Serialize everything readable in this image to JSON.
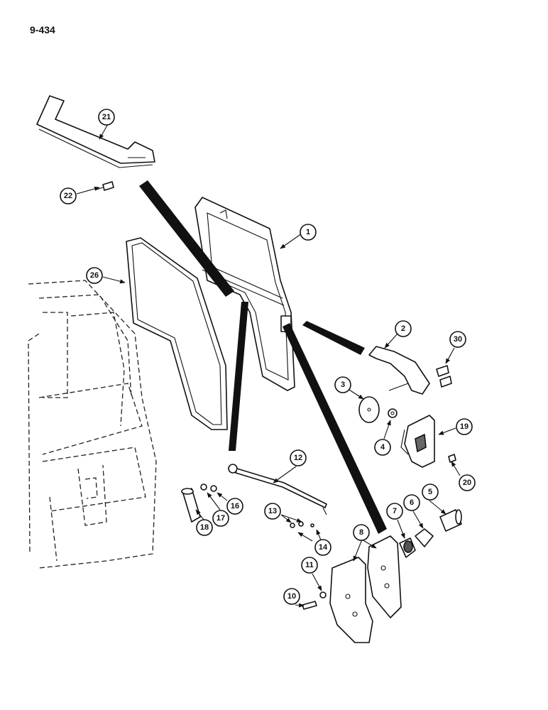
{
  "page_number": "9-434",
  "callouts": [
    "1",
    "2",
    "3",
    "4",
    "5",
    "6",
    "7",
    "8",
    "10",
    "11",
    "12",
    "13",
    "14",
    "16",
    "17",
    "18",
    "19",
    "20",
    "21",
    "22",
    "26",
    "30"
  ]
}
